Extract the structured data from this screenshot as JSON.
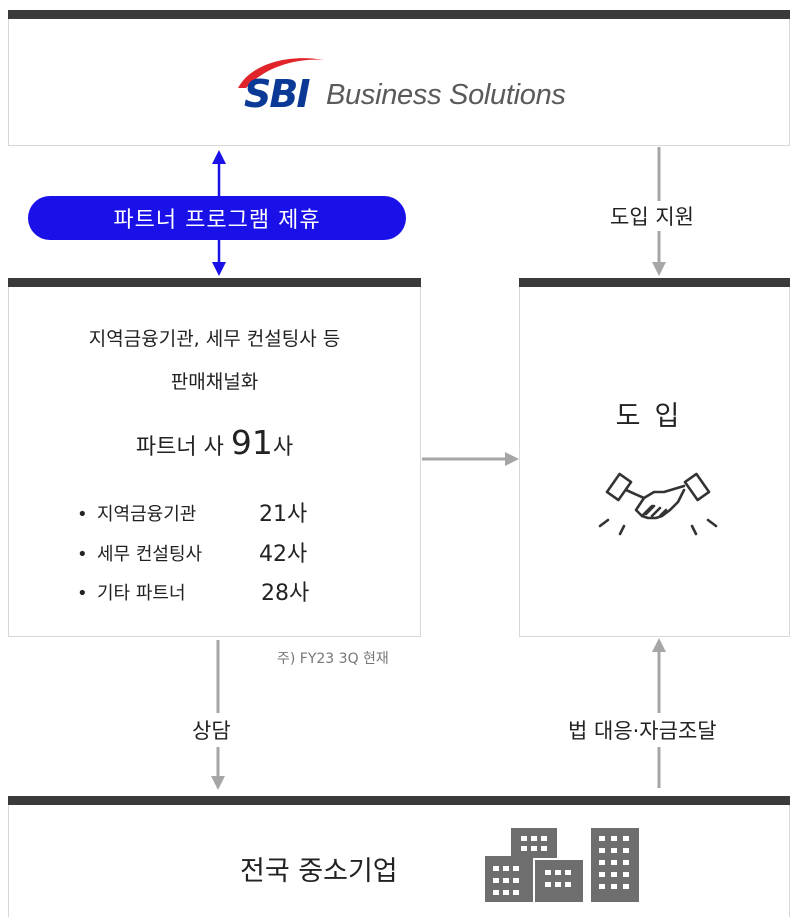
{
  "top": {
    "logo_sbi": "SBI",
    "logo_text": "Business Solutions"
  },
  "partner_program_label": "파트너 프로그램 제휴",
  "intro_support_label": "도입 지원",
  "partner_box": {
    "line1": "지역금융기관, 세무 컨설팅사 등",
    "line2": "판매채널화",
    "count_prefix": "파트너 사",
    "count_value": "91",
    "count_suffix": "사",
    "items": [
      {
        "bullet": "•",
        "label": "지역금융기관",
        "value": "21사"
      },
      {
        "bullet": "•",
        "label": "세무 컨설팅사",
        "value": "42사"
      },
      {
        "bullet": "•",
        "label": "기타 파트너",
        "value": "28사"
      }
    ]
  },
  "footnote": "주) FY23 3Q 현재",
  "intro_box": {
    "title": "도입",
    "icon": "handshake-icon"
  },
  "consult_label": "상담",
  "legal_label": "법 대응·자금조달",
  "sme_box": {
    "title": "전국 중소기업",
    "icon": "buildings-icon"
  },
  "colors": {
    "bar": "#3a3a3a",
    "pill": "#1a10e8",
    "arrow_blue": "#1a10e8",
    "arrow_gray": "#a6a6a6",
    "logo_blue": "#0a3a96",
    "logo_red": "#e0242a"
  }
}
